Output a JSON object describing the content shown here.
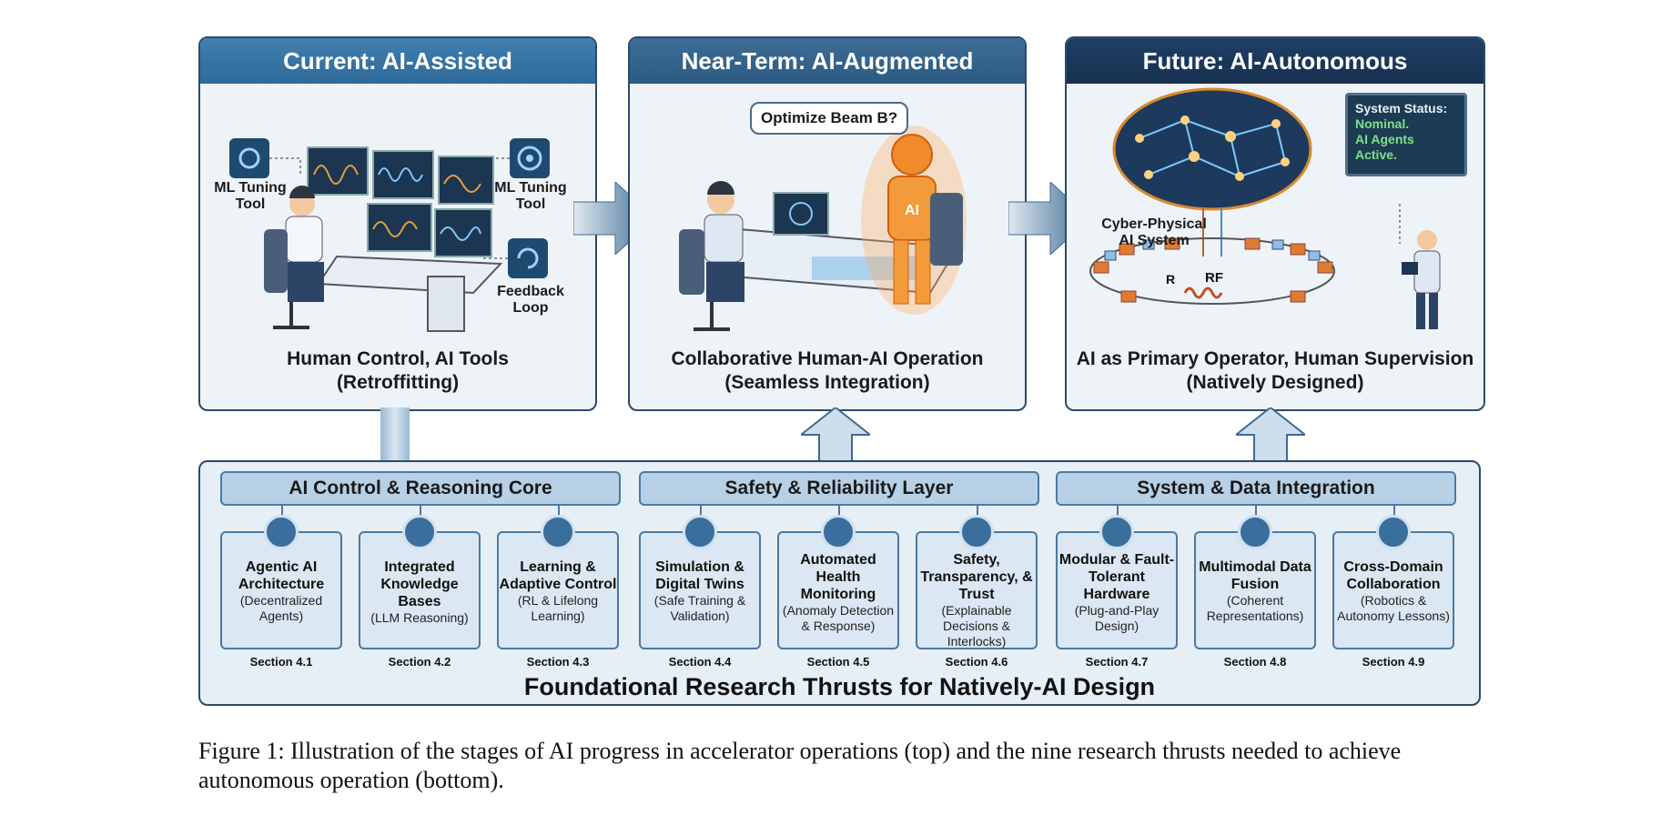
{
  "stages": [
    {
      "title": "Current: AI-Assisted",
      "labels": [
        "ML Tuning Tool",
        "ML Tuning Tool",
        "Feedback Loop"
      ],
      "caption_line1": "Human Control, AI Tools",
      "caption_line2": "(Retroffitting)"
    },
    {
      "title": "Near-Term: AI-Augmented",
      "speech": "Optimize Beam B?",
      "robot_label": "AI",
      "caption_line1": "Collaborative Human-AI Operation",
      "caption_line2": "(Seamless Integration)"
    },
    {
      "title": "Future: AI-Autonomous",
      "system_label": "Cyber-Physical AI System",
      "status_title": "System Status:",
      "status_line1": "Nominal.",
      "status_line2": "AI Agents Active.",
      "rf_label": "RF",
      "r_label": "R",
      "caption_line1": "AI as Primary Operator, Human Supervision",
      "caption_line2": "(Natively Designed)"
    }
  ],
  "groups": [
    "AI Control & Reasoning Core",
    "Safety & Reliability Layer",
    "System & Data Integration"
  ],
  "thrusts": [
    {
      "title": "Agentic AI Architecture",
      "sub": "(Decentralized Agents)",
      "section": "Section 4.1",
      "icon": "brain-gear-icon"
    },
    {
      "title": "Integrated Knowledge Bases",
      "sub": "(LLM Reasoning)",
      "section": "Section 4.2",
      "icon": "database-icon"
    },
    {
      "title": "Learning & Adaptive Control",
      "sub": "(RL & Lifelong Learning)",
      "section": "Section 4.3",
      "icon": "network-icon"
    },
    {
      "title": "Simulation & Digital Twins",
      "sub": "(Safe Training & Validation)",
      "section": "Section 4.4",
      "icon": "chart-warning-icon"
    },
    {
      "title": "Automated Health Monitoring",
      "sub": "(Anomaly Detection & Response)",
      "section": "Section 4.5",
      "icon": "heartbeat-icon"
    },
    {
      "title": "Safety, Transparency, & Trust",
      "sub": "(Explainable Decisions & Interlocks)",
      "section": "Section 4.6",
      "icon": "shield-icon"
    },
    {
      "title": "Modular & Fault-Tolerant Hardware",
      "sub": "(Plug-and-Play Design)",
      "section": "Section 4.7",
      "icon": "chip-icon"
    },
    {
      "title": "Multimodal Data Fusion",
      "sub": "(Coherent Representations)",
      "section": "Section 4.8",
      "icon": "fusion-icon"
    },
    {
      "title": "Cross-Domain Collaboration",
      "sub": "(Robotics & Autonomy Lessons)",
      "section": "Section 4.9",
      "icon": "tools-icon"
    }
  ],
  "foundation_title": "Foundational Research Thrusts for Natively-AI Design",
  "figure_caption": "Figure 1: Illustration of the stages of AI progress in accelerator operations (top) and the nine research thrusts needed to achieve autonomous operation (bottom)."
}
